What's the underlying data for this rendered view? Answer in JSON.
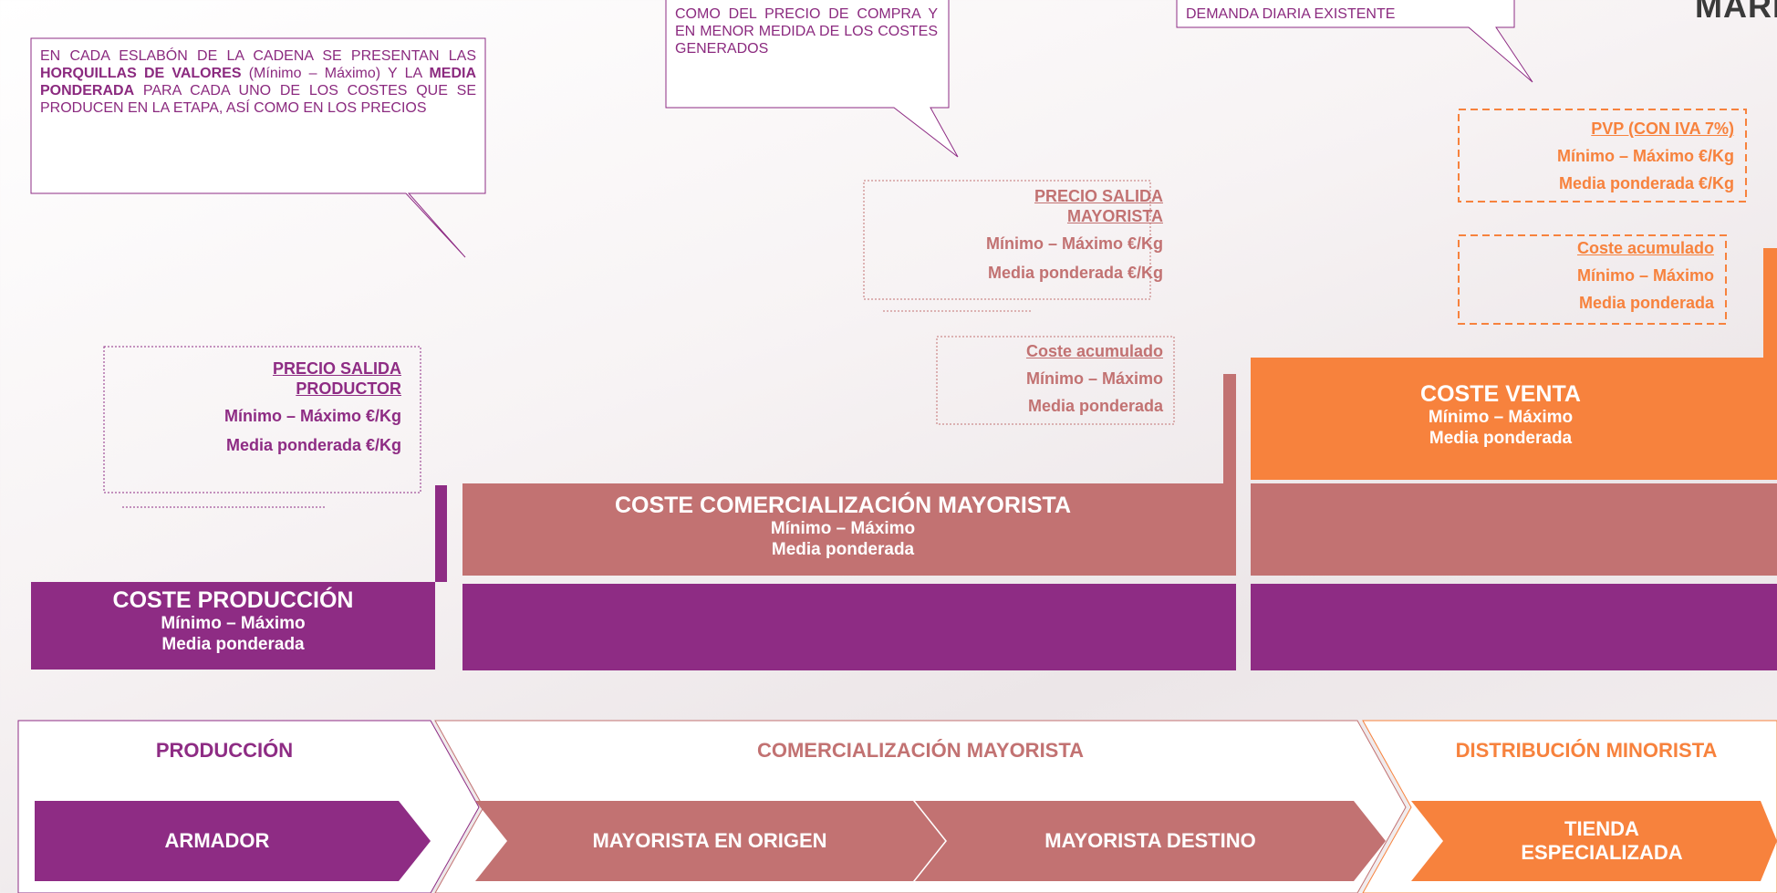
{
  "logo": {
    "text": "MARI"
  },
  "callouts": {
    "left": {
      "pre": "EN CADA ESLABÓN DE LA CADENA SE PRESENTAN LAS ",
      "b1": "HORQUILLAS DE VALORES",
      "mid": " (Mínimo – Máximo) Y LA ",
      "b2": "MEDIA PONDERADA",
      "post": " PARA CADA UNO DE LOS COSTES QUE SE PRODUCEN EN LA ETAPA, ASÍ COMO EN LOS PRECIOS"
    },
    "middle": {
      "text": "COMO DEL PRECIO DE COMPRA Y EN MENOR MEDIDA DE LOS COSTES GENERADOS"
    },
    "right": {
      "text": "DEMANDA DIARIA EXISTENTE"
    }
  },
  "labels": {
    "precio_productor": {
      "title1": "PRECIO SALIDA",
      "title2": "PRODUCTOR",
      "range": "Mínimo – Máximo €/Kg",
      "avg": "Media ponderada €/Kg"
    },
    "precio_mayorista": {
      "title1": "PRECIO SALIDA",
      "title2": "MAYORISTA",
      "range": "Mínimo – Máximo €/Kg",
      "avg": "Media ponderada €/Kg"
    },
    "coste_acum_mayorista": {
      "title": "Coste acumulado",
      "range": "Mínimo – Máximo",
      "avg": "Media ponderada"
    },
    "pvp": {
      "title": "PVP (CON IVA 7%)",
      "range": "Mínimo – Máximo €/Kg",
      "avg": "Media ponderada €/Kg"
    },
    "coste_acum_minorista": {
      "title": "Coste acumulado",
      "range": "Mínimo – Máximo",
      "avg": "Media ponderada"
    }
  },
  "bars": {
    "produccion": {
      "title": "COSTE PRODUCCIÓN",
      "range": "Mínimo – Máximo",
      "avg": "Media ponderada"
    },
    "mayorista": {
      "title": "COSTE COMERCIALIZACIÓN MAYORISTA",
      "range": "Mínimo – Máximo",
      "avg": "Media ponderada"
    },
    "venta": {
      "title": "COSTE VENTA",
      "range": "Mínimo – Máximo",
      "avg": "Media ponderada"
    }
  },
  "stages": {
    "produccion": {
      "title": "PRODUCCIÓN",
      "items": [
        "ARMADOR"
      ]
    },
    "mayorista": {
      "title": "COMERCIALIZACIÓN MAYORISTA",
      "items": [
        "MAYORISTA EN ORIGEN",
        "MAYORISTA DESTINO"
      ]
    },
    "minorista": {
      "title": "DISTRIBUCIÓN MINORISTA",
      "items": [
        "TIENDA",
        "ESPECIALIZADA"
      ]
    }
  },
  "colors": {
    "purple": "#8e2c84",
    "rose": "#c27272",
    "orange": "#f7823d"
  }
}
